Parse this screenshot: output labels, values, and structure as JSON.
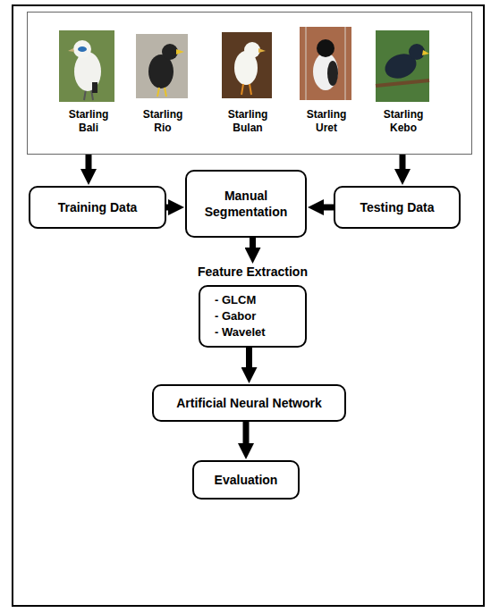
{
  "diagram": {
    "nodes": [
      {
        "text": [
          "Starling Bali",
          "Starling Rio",
          "Starling Bulan",
          "Starling Uret",
          "Starling Kebo"
        ]
      },
      {
        "text": [
          "Training Data"
        ]
      },
      {
        "text": [
          "Manual Segmentation"
        ]
      },
      {
        "text": [
          "Testing Data"
        ]
      },
      {
        "text": [
          "Feature Extraction",
          "- GLCM",
          "- Gabor",
          "- Wavelet"
        ]
      },
      {
        "text": [
          "Artificial Neural Network"
        ]
      },
      {
        "text": [
          "Evaluation"
        ]
      }
    ],
    "edges": [
      {
        "from": 0,
        "to": 1,
        "arrow": "to"
      },
      {
        "from": 0,
        "to": 3,
        "arrow": "to"
      },
      {
        "from": 1,
        "to": 2,
        "arrow": "to"
      },
      {
        "from": 3,
        "to": 2,
        "arrow": "to"
      },
      {
        "from": 2,
        "to": 4,
        "arrow": "to"
      },
      {
        "from": 4,
        "to": 5,
        "arrow": "to"
      },
      {
        "from": 5,
        "to": 6,
        "arrow": "to"
      }
    ]
  }
}
